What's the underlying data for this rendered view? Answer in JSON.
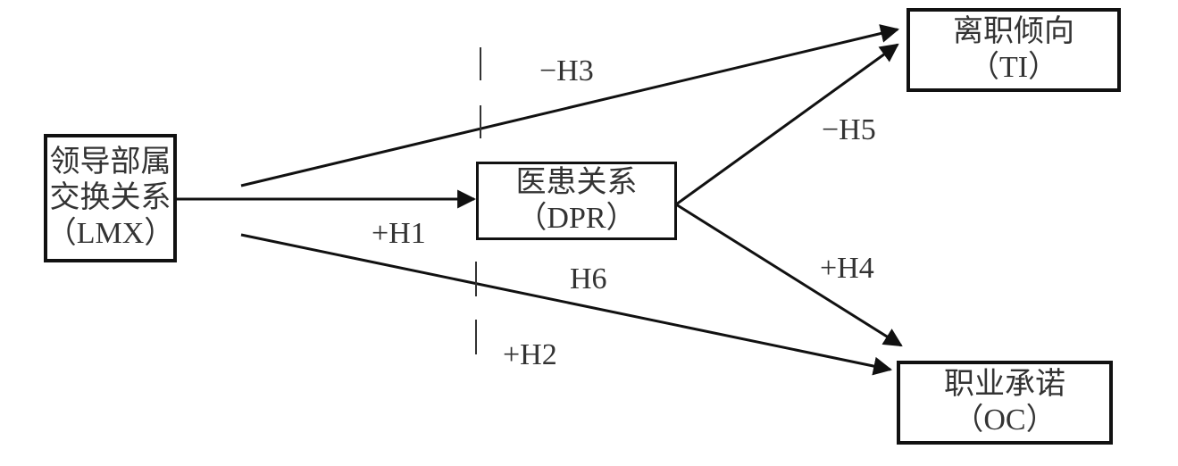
{
  "nodes": {
    "lmx": {
      "line1": "领导部属",
      "line2": "交换关系",
      "abbr": "（LMX）"
    },
    "dpr": {
      "line1": "医患关系",
      "abbr": "（DPR）"
    },
    "ti": {
      "line1": "离职倾向",
      "abbr": "（TI）"
    },
    "oc": {
      "line1": "职业承诺",
      "abbr": "（OC）"
    }
  },
  "hypotheses": {
    "h1": "+H1",
    "h2": "+H2",
    "h3": "−H3",
    "h4": "+H4",
    "h5": "−H5",
    "h6": "H6"
  },
  "colors": {
    "line": "#111111",
    "text": "#333333"
  }
}
